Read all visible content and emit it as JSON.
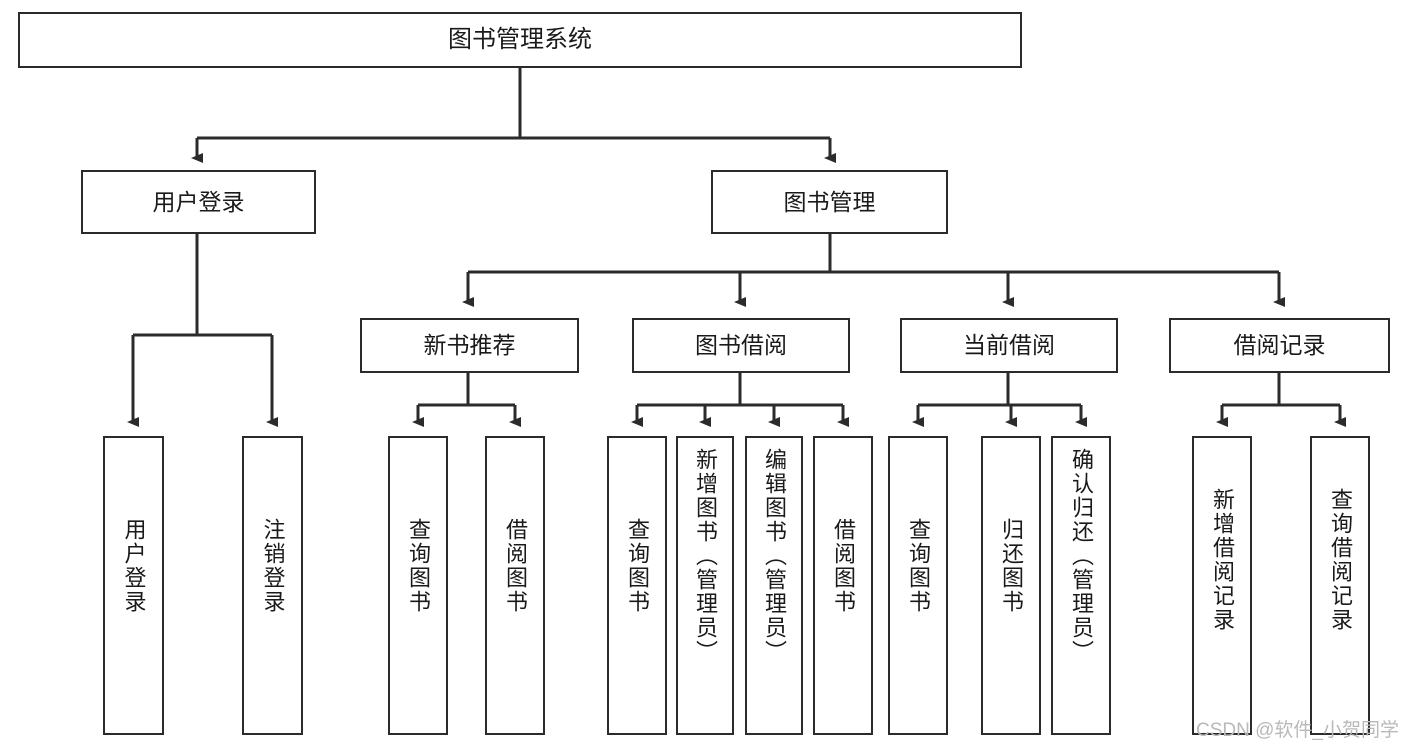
{
  "diagram": {
    "title": "图书管理系统",
    "type": "tree-hierarchy-chart",
    "root": {
      "label": "图书管理系统"
    },
    "level2": [
      {
        "label": "用户登录"
      },
      {
        "label": "图书管理"
      }
    ],
    "level3": [
      {
        "label": "新书推荐"
      },
      {
        "label": "图书借阅"
      },
      {
        "label": "当前借阅"
      },
      {
        "label": "借阅记录"
      }
    ],
    "leaves": [
      {
        "label": "用户登录"
      },
      {
        "label": "注销登录"
      },
      {
        "label": "查询图书"
      },
      {
        "label": "借阅图书"
      },
      {
        "label": "查询图书"
      },
      {
        "label": "新增图书（管理员）"
      },
      {
        "label": "编辑图书（管理员）"
      },
      {
        "label": "借阅图书"
      },
      {
        "label": "查询图书"
      },
      {
        "label": "归还图书"
      },
      {
        "label": "确认归还（管理员）"
      },
      {
        "label": "新增借阅记录"
      },
      {
        "label": "查询借阅记录"
      }
    ]
  },
  "watermark": {
    "text": "CSDN @软件_小贺同学"
  },
  "colors": {
    "stroke": "#2b2b2b",
    "background": "#ffffff",
    "text": "#1a1a1a",
    "watermark": "#b9b9b9"
  }
}
